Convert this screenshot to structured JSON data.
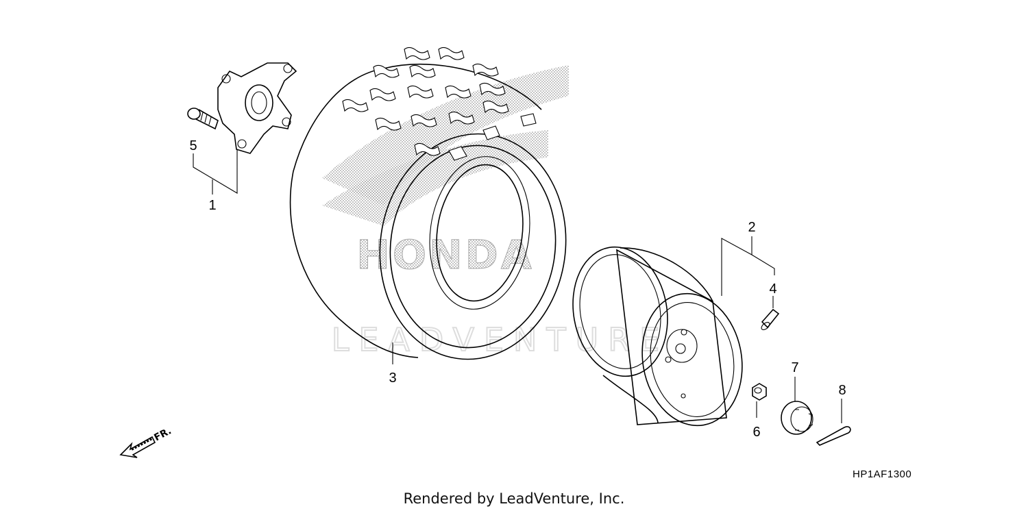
{
  "diagram": {
    "watermark_brand": "HONDA",
    "watermark_vendor": "LEADVENTURE",
    "direction_label": "FR.",
    "drawing_code": "HP1AF1300",
    "credit": "Rendered by LeadVenture, Inc."
  },
  "callouts": [
    {
      "id": "1"
    },
    {
      "id": "2"
    },
    {
      "id": "3"
    },
    {
      "id": "4"
    },
    {
      "id": "5"
    },
    {
      "id": "6"
    },
    {
      "id": "7"
    },
    {
      "id": "8"
    }
  ]
}
